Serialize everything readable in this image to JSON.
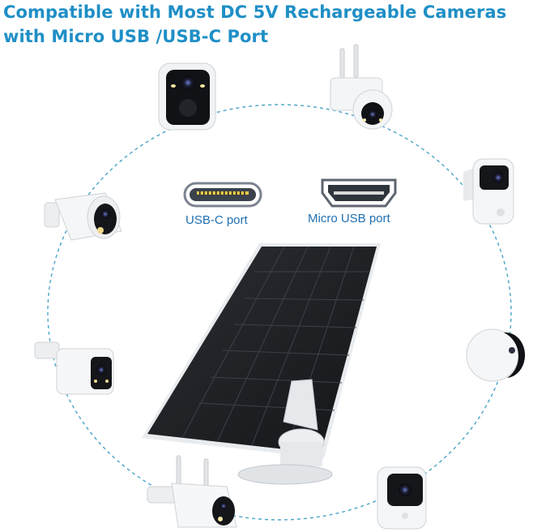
{
  "headline": {
    "line1": "Compatible with Most DC 5V Rechargeable Cameras",
    "line2": "with Micro USB /USB-C Port"
  },
  "ports": {
    "usbc_label": "USB-C port",
    "micro_usb_label": "Micro USB port"
  },
  "colors": {
    "headline": "#1f8fc6",
    "port_label": "#1f6fb0",
    "dashed_circle": "#4aa3c7",
    "panel": "#1c1e22"
  }
}
